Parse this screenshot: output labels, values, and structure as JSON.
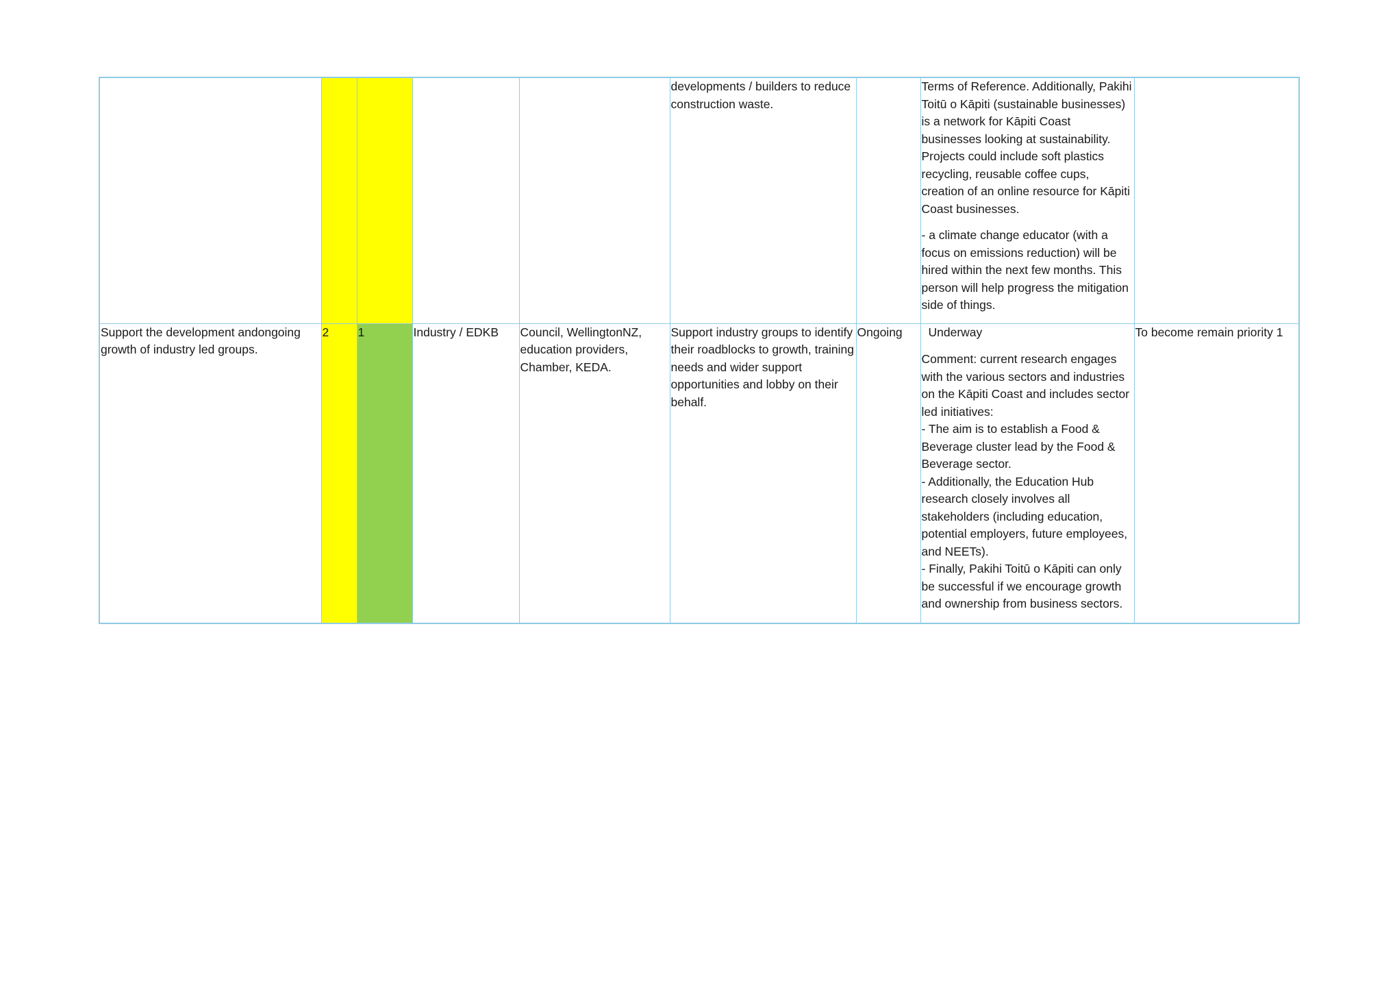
{
  "table": {
    "rows": [
      {
        "action": "",
        "col2": "",
        "col3": "",
        "lead": "",
        "partners": "",
        "description": "developments / builders to reduce construction waste.",
        "timeframe": "",
        "progress_para1": "Terms of Reference.   Additionally, Pakihi Toitū o Kāpiti (sustainable businesses) is a network for Kāpiti Coast businesses looking at sustainability. Projects could include soft plastics recycling, reusable coffee cups, creation of an online resource for Kāpiti Coast businesses.",
        "progress_para2": "- a climate change educator (with a focus on emissions reduction) will be hired within the next few months.  This person will help progress the mitigation side of things.",
        "recommendation": ""
      },
      {
        "action": "Support the development andongoing growth of industry led groups.",
        "col2": "2",
        "col3": "1",
        "lead": "Industry / EDKB",
        "partners": "Council, WellingtonNZ, education providers, Chamber, KEDA.",
        "description": "Support industry groups to identify their roadblocks to growth, training needs and wider support opportunities and lobby on their behalf.",
        "timeframe": "Ongoing",
        "status": "Underway",
        "comment_lines": [
          " Comment: current research engages with the various sectors and industries on the Kāpiti Coast and includes sector led initiatives:",
          "- The aim is to establish a Food & Beverage cluster lead by the Food & Beverage sector.",
          "- Additionally, the Education Hub research closely involves all stakeholders (including education, potential employers, future employees, and NEETs).",
          "- Finally, Pakihi Toitū o Kāpiti can only be successful if we encourage growth and ownership from business sectors."
        ],
        "recommendation": "To become remain priority 1"
      }
    ]
  },
  "colors": {
    "border": "#8fcbe6",
    "highlight_yellow": "#ffff00",
    "highlight_green": "#92d050"
  }
}
